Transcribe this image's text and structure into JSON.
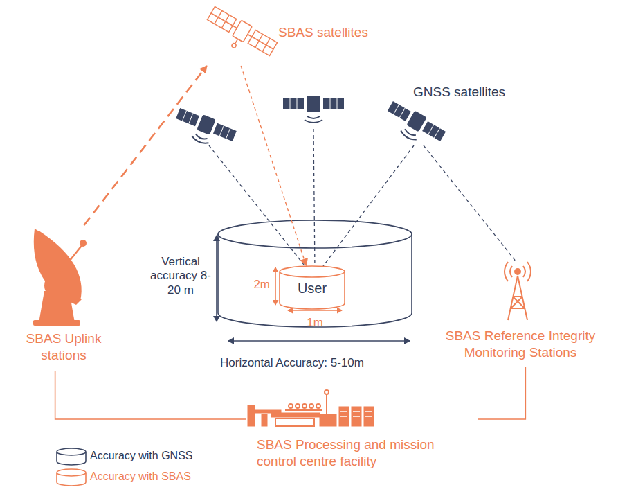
{
  "diagram": {
    "nodes": [
      {
        "text": [
          "SBAS satellites"
        ]
      },
      {
        "text": [
          "SBAS Uplink stations"
        ]
      },
      {
        "text": [
          "User"
        ]
      },
      {
        "text": [
          "SBAS Reference Integrity Monitoring Stations"
        ]
      },
      {
        "text": [
          "SBAS Processing and mission control centre facility"
        ]
      }
    ],
    "edges": [
      {
        "from": 1,
        "to": 0,
        "arrow": "to"
      },
      {
        "from": 0,
        "to": 2,
        "arrow": "to"
      },
      {
        "from": 1,
        "to": 4,
        "arrow": "none"
      },
      {
        "from": 3,
        "to": 4,
        "arrow": "none"
      }
    ],
    "labels": [
      "GNSS satellites",
      "Vertical accuracy 8-20 m",
      "2m",
      "1m",
      "Horizontal Accuracy: 5-10m"
    ],
    "legend": [
      {
        "text": "Accuracy with GNSS"
      },
      {
        "text": "Accuracy with SBAS"
      }
    ]
  }
}
